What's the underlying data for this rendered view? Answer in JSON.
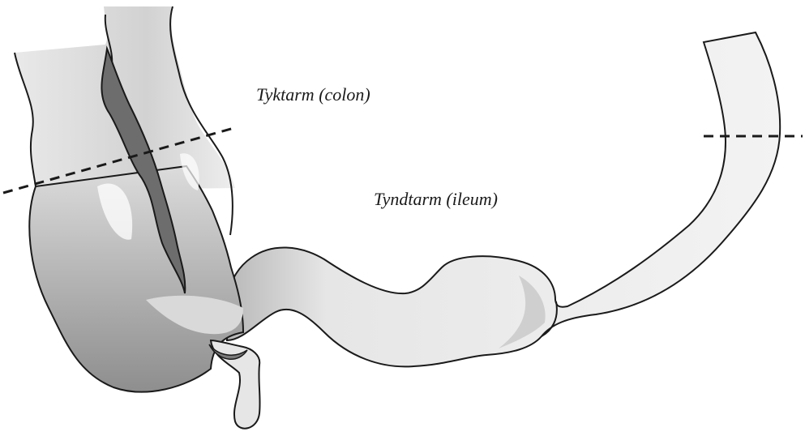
{
  "labels": {
    "colon": "Tyktarm (colon)",
    "ileum": "Tyndtarm (ileum)"
  },
  "colors": {
    "outline": "#1a1a1a",
    "light_fill": "#f2f2f2",
    "mid_fill": "#c4c4c4",
    "dark_fill": "#8a8a8a",
    "fold_fill": "#6a6a6a",
    "highlight": "#ffffff"
  },
  "cut_lines": {
    "style": "dashed"
  }
}
